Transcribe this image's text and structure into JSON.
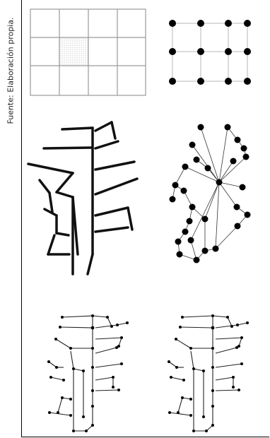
{
  "caption": "Fuente: Elaboración propia.",
  "colors": {
    "line": "#111111",
    "grid": "#9a9a9a",
    "node": "#000000",
    "texture": "#bdbdbd"
  },
  "panels": [
    {
      "id": "grid-raster",
      "description_icon": "raster-grid-icon"
    },
    {
      "id": "grid-graph",
      "description_icon": "lattice-graph-icon"
    },
    {
      "id": "street-network",
      "description_icon": "street-lines-icon"
    },
    {
      "id": "node-graph",
      "description_icon": "node-graph-icon"
    },
    {
      "id": "street-skeleton-left",
      "description_icon": "network-skeleton-icon"
    },
    {
      "id": "street-skeleton-right",
      "description_icon": "network-skeleton-icon"
    }
  ]
}
